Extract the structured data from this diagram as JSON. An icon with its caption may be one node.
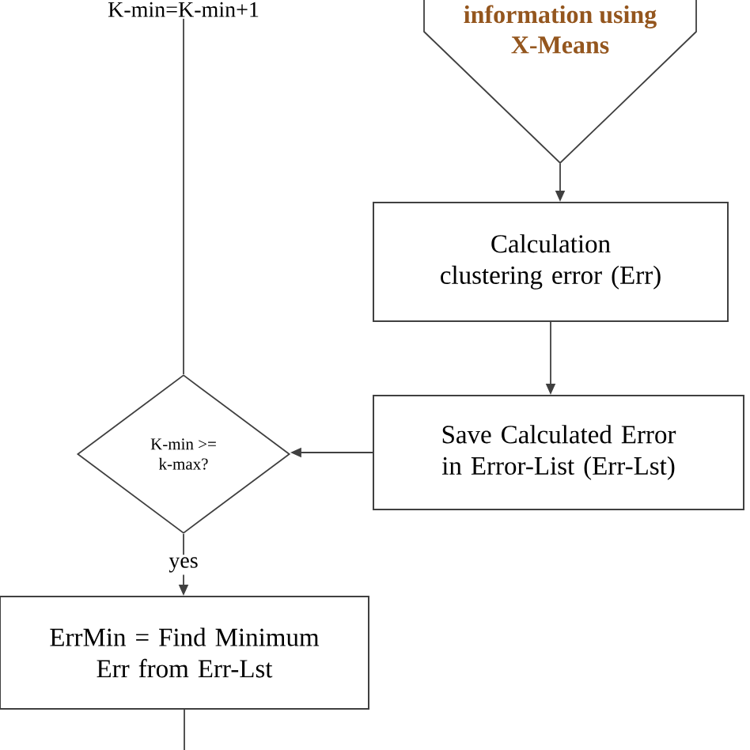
{
  "diagram": {
    "nodes": [
      {
        "text": [
          "K-min=K-min+1"
        ]
      },
      {
        "text": [
          "information using X-Means"
        ]
      },
      {
        "text": [
          "Calculation clustering error (Err)"
        ]
      },
      {
        "text": [
          "Save Calculated Error in Error-List (Err-Lst)"
        ]
      },
      {
        "text": [
          "K-min >= k-max?"
        ]
      },
      {
        "text": [
          "ErrMin = Find Minimum Err from Err-Lst"
        ]
      }
    ],
    "edges": [
      {
        "from": 1,
        "to": 2,
        "arrow": "to"
      },
      {
        "from": 2,
        "to": 3,
        "arrow": "to"
      },
      {
        "from": 3,
        "to": 4,
        "arrow": "to"
      },
      {
        "from": 4,
        "to": 5,
        "arrow": "to",
        "label": "yes"
      },
      {
        "from": 4,
        "to": 0,
        "arrow": "none"
      },
      {
        "from": 5,
        "to": null,
        "arrow": "none"
      }
    ]
  }
}
